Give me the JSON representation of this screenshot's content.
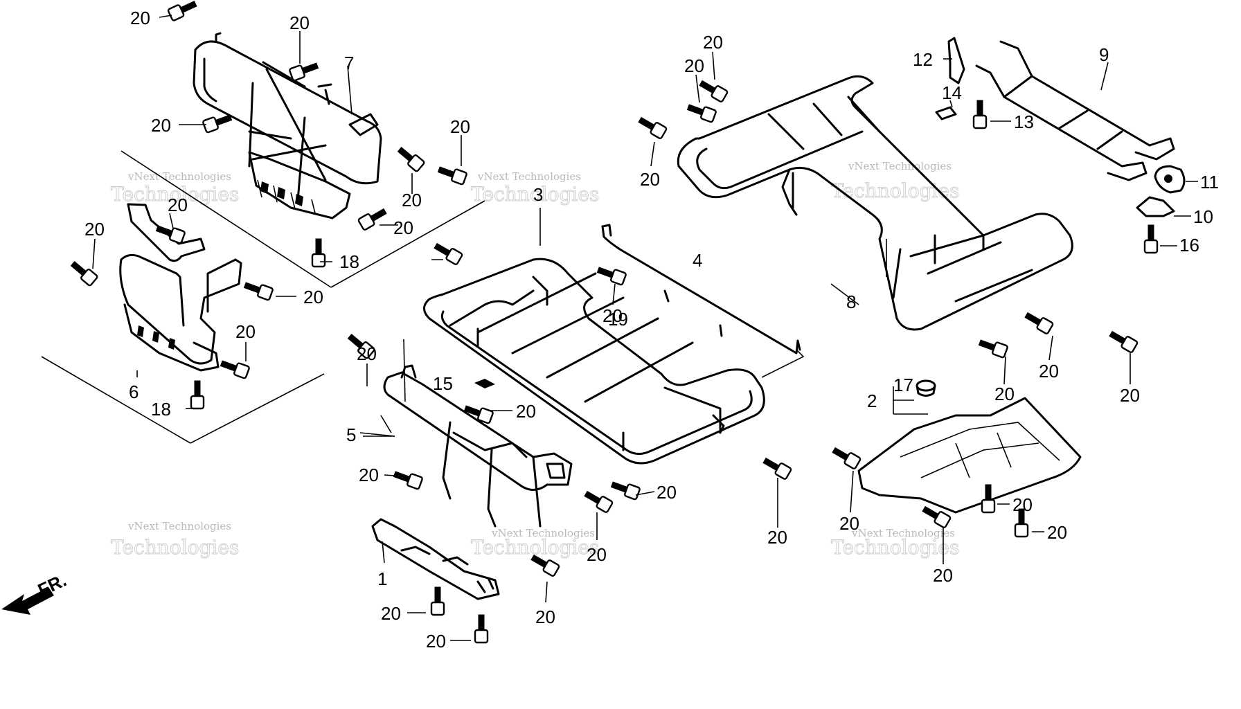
{
  "watermark": {
    "line1": "vNext Technologies",
    "line2": "Technologies"
  },
  "direction_label": "FR.",
  "part_labels": {
    "p1": "1",
    "p2": "2",
    "p3": "3",
    "p4": "4",
    "p5": "5",
    "p6": "6",
    "p7": "7",
    "p8": "8",
    "p9": "9",
    "p10": "10",
    "p11": "11",
    "p12": "12",
    "p13": "13",
    "p14": "14",
    "p15": "15",
    "p16": "16",
    "p17": "17",
    "p18": "18",
    "p19": "19",
    "p20": "20"
  }
}
